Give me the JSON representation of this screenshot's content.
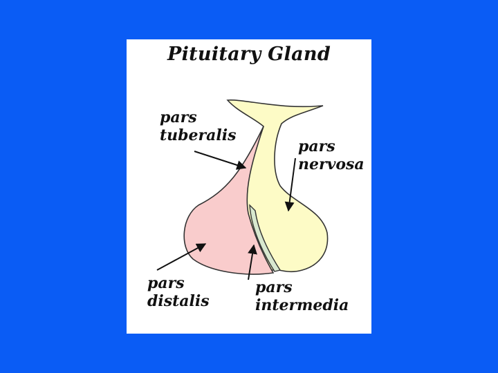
{
  "title": "Pituitary Gland",
  "labels": {
    "tuberalis": [
      "pars",
      "tuberalis"
    ],
    "nervosa": [
      "pars",
      "nervosa"
    ],
    "distalis": [
      "pars",
      "distalis"
    ],
    "intermedia": [
      "pars",
      "intermedia"
    ]
  },
  "colors": {
    "background": "#0a5cf5",
    "panel": "#ffffff",
    "posterior_lobe": "#fdfbc6",
    "anterior_lobe": "#f9cccc",
    "intermediate": "#d8e8cf",
    "outline": "#333333"
  }
}
